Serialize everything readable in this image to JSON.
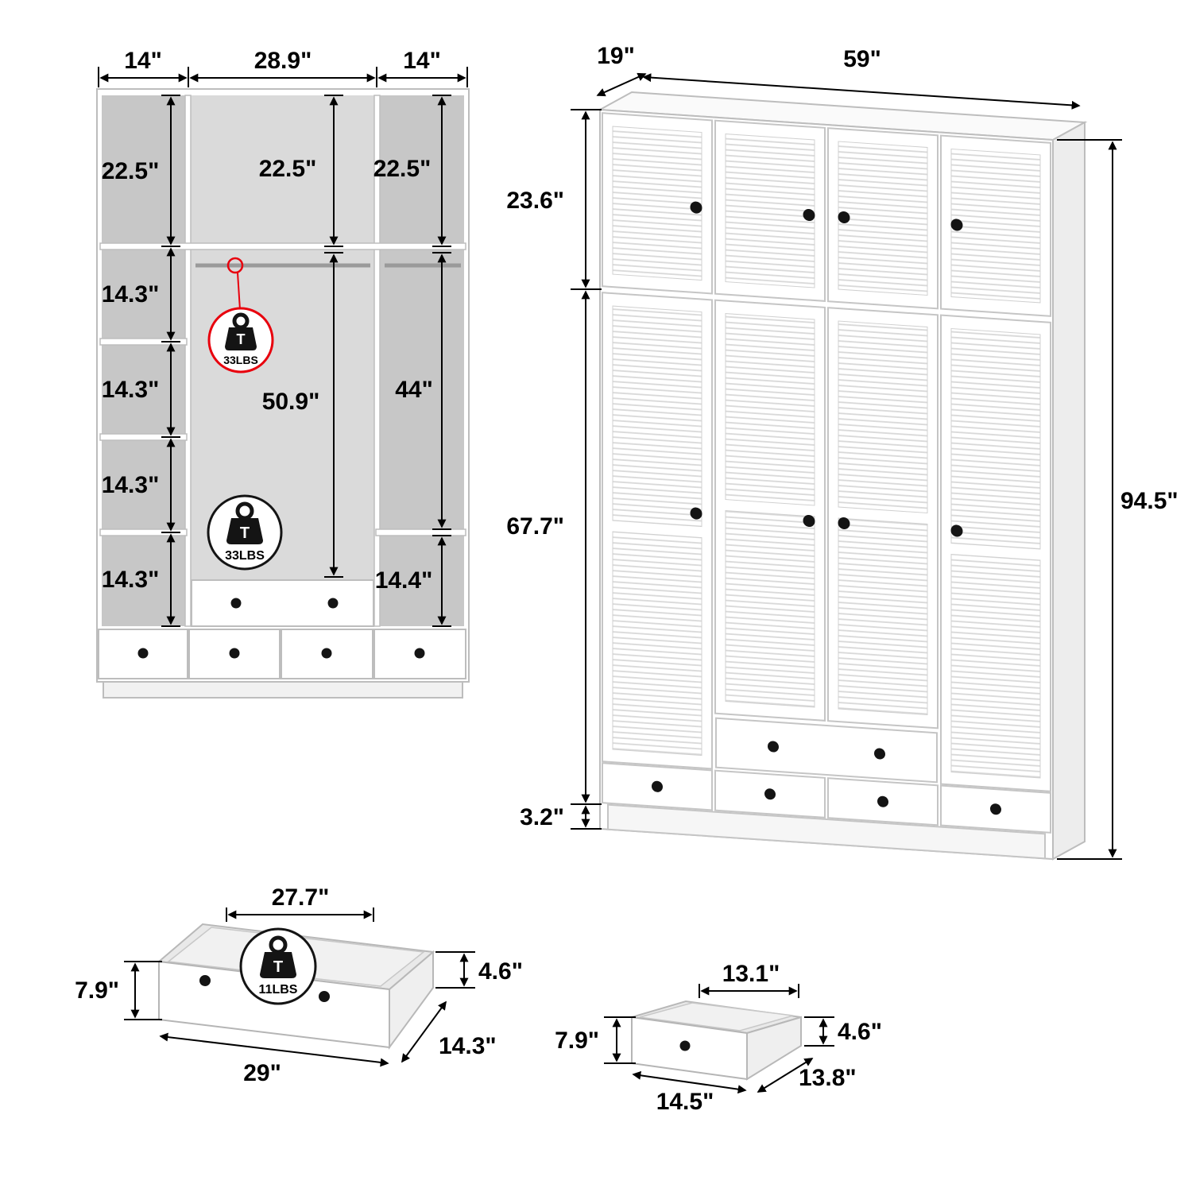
{
  "front_view": {
    "top_width_left": "14\"",
    "top_width_middle": "28.9\"",
    "top_width_right": "14\"",
    "left_column": {
      "top_section": "22.5\"",
      "shelf_sections": [
        "14.3\"",
        "14.3\"",
        "14.3\"",
        "14.3\""
      ]
    },
    "middle_column": {
      "top_section": "22.5\"",
      "hanging_height": "50.9\""
    },
    "right_column": {
      "top_section": "22.5\"",
      "hanging_height": "44\"",
      "bottom_section": "14.4\""
    },
    "rod_weight_capacity": "33LBS",
    "shelf_weight_capacity": "33LBS"
  },
  "perspective_view": {
    "depth": "19\"",
    "width": "59\"",
    "upper_cabinet_height": "23.6\"",
    "lower_cabinet_height": "67.7\"",
    "base_height": "3.2\"",
    "total_height": "94.5\""
  },
  "large_drawer": {
    "inner_width": "27.7\"",
    "front_height": "7.9\"",
    "side_height": "4.6\"",
    "outer_width": "29\"",
    "depth": "14.3\"",
    "weight_capacity": "11LBS"
  },
  "small_drawer": {
    "inner_width": "13.1\"",
    "front_height": "7.9\"",
    "side_height": "4.6\"",
    "outer_width": "14.5\"",
    "depth": "13.8\""
  },
  "weight_icon_letter": "T",
  "colors": {
    "accent_red": "#e8000d",
    "line_black": "#000000",
    "cabinet_line": "#bdbdbd"
  }
}
